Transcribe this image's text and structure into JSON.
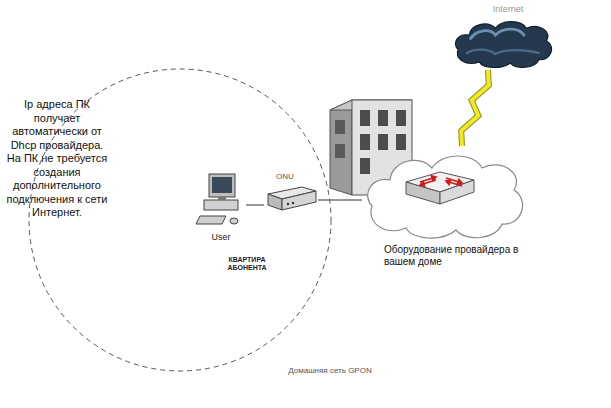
{
  "diagram": {
    "caption": "Домашняя сеть GPON",
    "nodes": [
      {
        "text": [
          "КВАРТИРА АБОНЕНТА"
        ]
      },
      {
        "text": [
          "User"
        ],
        "in": 0
      },
      {
        "text": [
          "ONU"
        ],
        "in": 0
      },
      {
        "text": [
          "Оборудование провайдера в вашем доме"
        ]
      },
      {
        "text": [
          "Internet"
        ]
      }
    ],
    "edges": [
      {
        "from": 1,
        "to": 2,
        "arrow": "none"
      },
      {
        "from": 2,
        "to": 3,
        "arrow": "none"
      },
      {
        "from": 4,
        "to": 3,
        "arrow": "none"
      }
    ],
    "labels": [
      "Ip адреса ПК получает автоматически от Dhcp провайдера. На ПК не требуется создания дополнительного подключения к сети Интернет."
    ]
  }
}
